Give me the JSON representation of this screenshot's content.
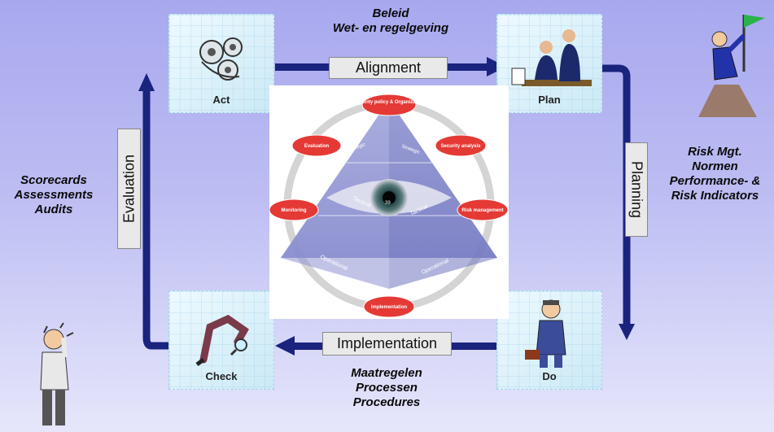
{
  "boxes": {
    "act": "Act",
    "plan": "Plan",
    "do": "Do",
    "check": "Check"
  },
  "arrows": {
    "top": "Alignment",
    "bottom": "Implementation",
    "left": "Evaluation",
    "right": "Planning"
  },
  "annotations": {
    "top": [
      "Beleid",
      "Wet- en regelgeving"
    ],
    "right": [
      "Risk Mgt.",
      "Normen",
      "Performance- &",
      "Risk Indicators"
    ],
    "left": [
      "Scorecards",
      "Assessments",
      "Audits"
    ],
    "bottom": [
      "Maatregelen",
      "Processen",
      "Procedures"
    ]
  },
  "center_diagram": {
    "nodes": [
      "Security policy & Organization",
      "Security analysis",
      "Risk management",
      "Implementation",
      "Monitoring",
      "Evaluation"
    ],
    "layers": {
      "strategic_left": "Strategic",
      "strategic_right": "Strategic",
      "tactical_left": "Tactical",
      "tactical_right": "Tactical",
      "operational_left": "Operational",
      "operational_right": "Operational",
      "apex": "39"
    }
  },
  "colors": {
    "arrow": "#1a237e",
    "node": "#e53935",
    "background_top": "#a8a8ef"
  }
}
